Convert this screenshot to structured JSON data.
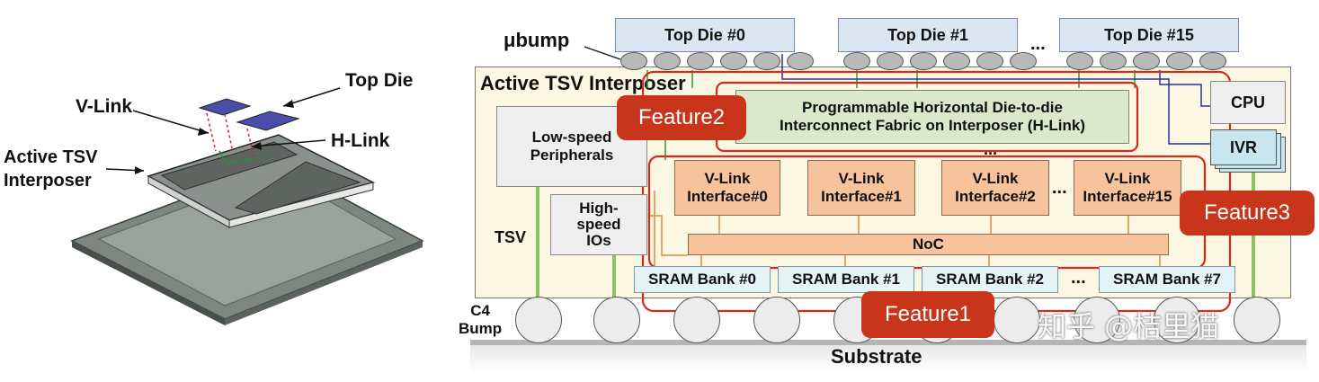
{
  "left_figure": {
    "label_top_die": "Top Die",
    "label_vlink": "V-Link",
    "label_hlink": "H-Link",
    "label_interposer": "Active TSV\nInterposer"
  },
  "diagram": {
    "ubump_label": "μbump",
    "top_dies": [
      "Top Die #0",
      "Top Die #1",
      "Top Die #15"
    ],
    "top_dies_ellipsis": "...",
    "interposer_title": "Active TSV Interposer",
    "low_speed": "Low-speed\nPeripherals",
    "high_speed": "High-\nspeed\nIOs",
    "tsv_label": "TSV",
    "hlink_fabric": "Programmable Horizontal Die-to-die\nInterconnect Fabric on Interposer (H-Link)",
    "hlink_ellipsis": "...",
    "cpu": "CPU",
    "ivr": "IVR",
    "vlink_interfaces": [
      "V-Link\nInterface#0",
      "V-Link\nInterface#1",
      "V-Link\nInterface#2",
      "V-Link\nInterface#15"
    ],
    "vlink_ellipsis": "...",
    "noc": "NoC",
    "sram_banks": [
      "SRAM Bank #0",
      "SRAM Bank #1",
      "SRAM Bank #2",
      "SRAM Bank #7"
    ],
    "sram_ellipsis": "...",
    "c4_label": "C4\nBump",
    "substrate": "Substrate",
    "features": [
      "Feature1",
      "Feature2",
      "Feature3"
    ],
    "watermark": "知乎 @桔里猫"
  },
  "colors": {
    "feature_red": "#c9351a",
    "interposer_bg": "#fbf7e2",
    "vlink_orange": "#f6c39c",
    "hlink_green": "#dbe8cc",
    "top_die_blue": "#dce6f3",
    "sram_cyan": "#e3f3f8"
  }
}
